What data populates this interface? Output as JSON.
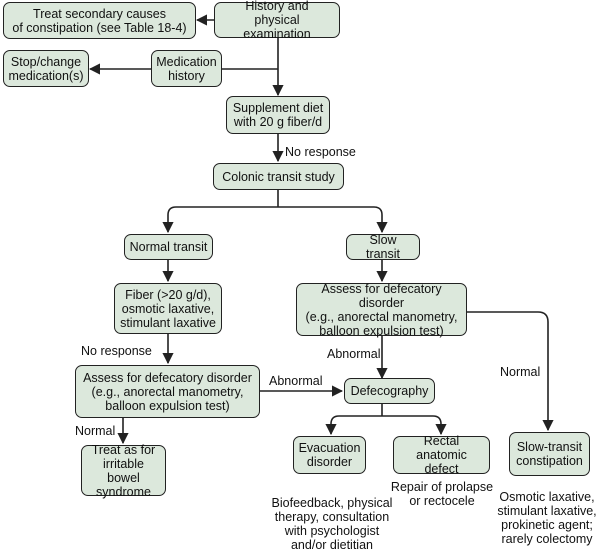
{
  "nodes": {
    "history_exam": "History and\nphysical examination",
    "treat_secondary": "Treat secondary causes\nof constipation (see Table 18-4)",
    "medication_history": "Medication\nhistory",
    "stop_medication": "Stop/change\nmedication(s)",
    "supplement_diet": "Supplement diet\nwith 20 g fiber/d",
    "colonic_transit": "Colonic transit study",
    "normal_transit": "Normal transit",
    "slow_transit": "Slow transit",
    "fiber_laxative": "Fiber (>20 g/d),\nosmotic laxative,\nstimulant laxative",
    "assess_right": "Assess for defecatory disorder\n(e.g., anorectal manometry,\nballoon expulsion test)",
    "assess_left": "Assess for defecatory disorder\n(e.g., anorectal manometry,\nballoon expulsion test)",
    "defecography": "Defecography",
    "treat_ibs": "Treat as for\nirritable bowel\nsyndrome",
    "evacuation_disorder": "Evacuation\ndisorder",
    "rectal_defect": "Rectal anatomic\ndefect",
    "slow_transit_constipation": "Slow-transit\nconstipation"
  },
  "edge_labels": {
    "no_response_1": "No response",
    "no_response_2": "No response",
    "abnormal_1": "Abnormal",
    "abnormal_2": "Abnormal",
    "normal_1": "Normal",
    "normal_2": "Normal"
  },
  "outcomes": {
    "biofeedback": "Biofeedback, physical\ntherapy, consultation\nwith psychologist\nand/or dietitian",
    "repair": "Repair of prolapse\nor rectocele",
    "osmotic": "Osmotic laxative,\nstimulant laxative,\nprokinetic agent;\nrarely colectomy"
  },
  "colors": {
    "box_fill": "#dce8dc",
    "line": "#222222"
  }
}
